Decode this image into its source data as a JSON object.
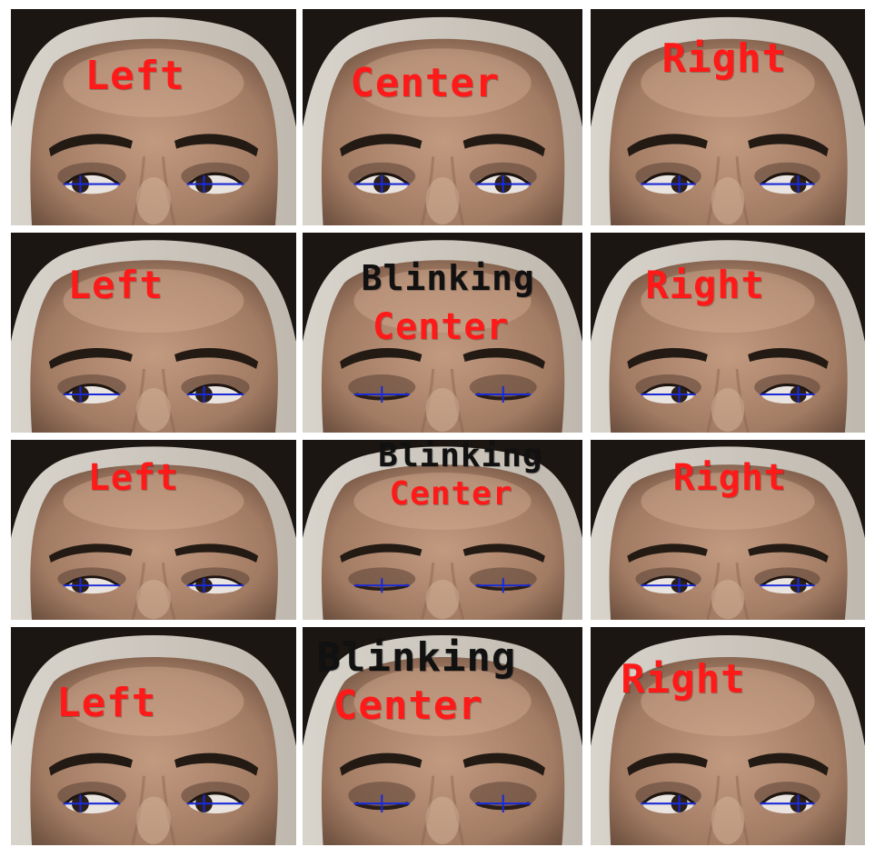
{
  "colors": {
    "direction_text": "#ff1a1a",
    "status_text": "#111111",
    "pupil_marker": "#1a2bd6",
    "background": "#ffffff"
  },
  "frames": [
    {
      "direction": "Left",
      "status": "",
      "eyes": "open",
      "gaze": "left",
      "marker_icon": "pupil-crosshair-icon"
    },
    {
      "direction": "Center",
      "status": "",
      "eyes": "open",
      "gaze": "center",
      "marker_icon": "pupil-crosshair-icon"
    },
    {
      "direction": "Right",
      "status": "",
      "eyes": "open",
      "gaze": "right",
      "marker_icon": "pupil-crosshair-icon"
    },
    {
      "direction": "Left",
      "status": "",
      "eyes": "open",
      "gaze": "left",
      "marker_icon": "pupil-crosshair-icon"
    },
    {
      "direction": "Center",
      "status": "Blinking",
      "eyes": "closed",
      "gaze": "center",
      "marker_icon": "pupil-crosshair-icon"
    },
    {
      "direction": "Right",
      "status": "",
      "eyes": "open",
      "gaze": "right",
      "marker_icon": "pupil-crosshair-icon"
    },
    {
      "direction": "Left",
      "status": "",
      "eyes": "open",
      "gaze": "left",
      "marker_icon": "pupil-crosshair-icon"
    },
    {
      "direction": "Center",
      "status": "Blinking",
      "eyes": "closed",
      "gaze": "center",
      "marker_icon": "pupil-crosshair-icon"
    },
    {
      "direction": "Right",
      "status": "",
      "eyes": "open",
      "gaze": "right",
      "marker_icon": "pupil-crosshair-icon"
    },
    {
      "direction": "Left",
      "status": "",
      "eyes": "open",
      "gaze": "left",
      "marker_icon": "pupil-crosshair-icon"
    },
    {
      "direction": "Center",
      "status": "Blinking",
      "eyes": "closed",
      "gaze": "center",
      "marker_icon": "pupil-crosshair-icon"
    },
    {
      "direction": "Right",
      "status": "",
      "eyes": "open",
      "gaze": "right",
      "marker_icon": "pupil-crosshair-icon"
    }
  ]
}
